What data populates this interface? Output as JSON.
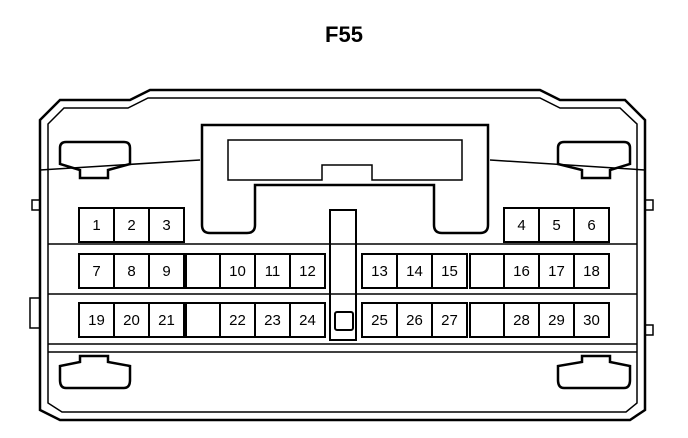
{
  "connector": {
    "title": "F55",
    "pins": {
      "row1": [
        "1",
        "2",
        "3",
        "",
        "",
        "",
        "",
        "",
        "",
        "",
        "",
        "",
        "",
        "",
        "4",
        "5",
        "6"
      ],
      "row2": [
        "7",
        "8",
        "9",
        "",
        "10",
        "11",
        "12",
        "",
        "13",
        "14",
        "15",
        "",
        "16",
        "17",
        "18"
      ],
      "row3": [
        "19",
        "20",
        "21",
        "",
        "22",
        "23",
        "24",
        "",
        "25",
        "26",
        "27",
        "",
        "28",
        "29",
        "30"
      ]
    }
  },
  "colors": {
    "line": "#000000",
    "background": "#ffffff"
  }
}
